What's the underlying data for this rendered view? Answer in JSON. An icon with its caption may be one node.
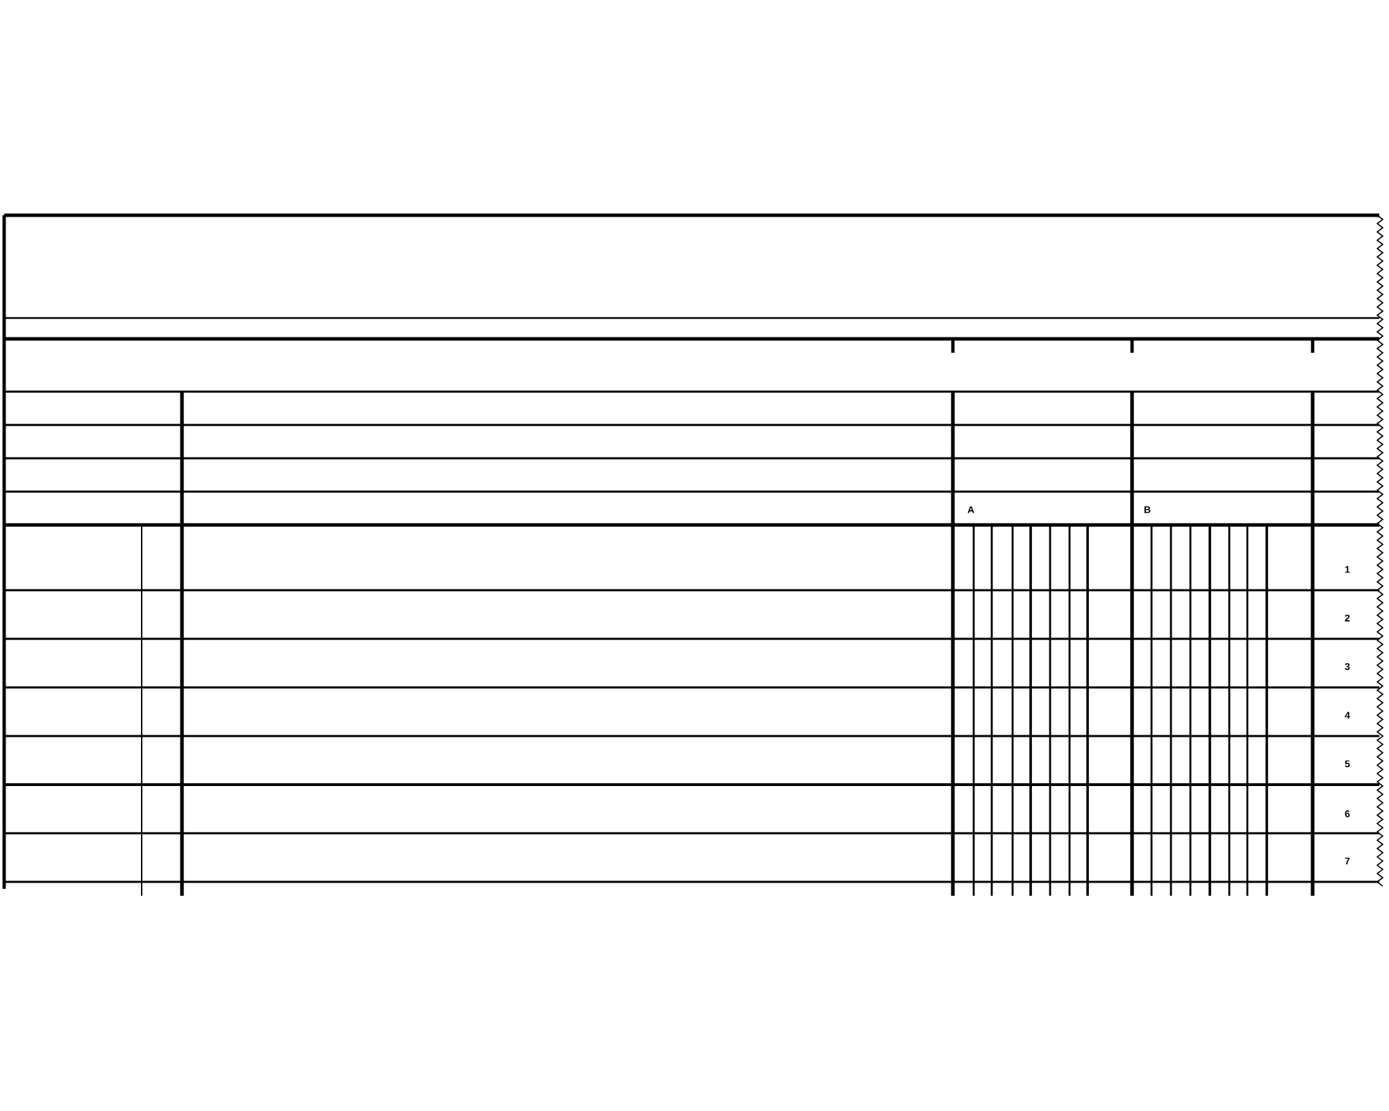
{
  "diagram": {
    "labels": [
      "A",
      "B",
      "1",
      "2",
      "3",
      "4",
      "5",
      "6",
      "7"
    ]
  }
}
